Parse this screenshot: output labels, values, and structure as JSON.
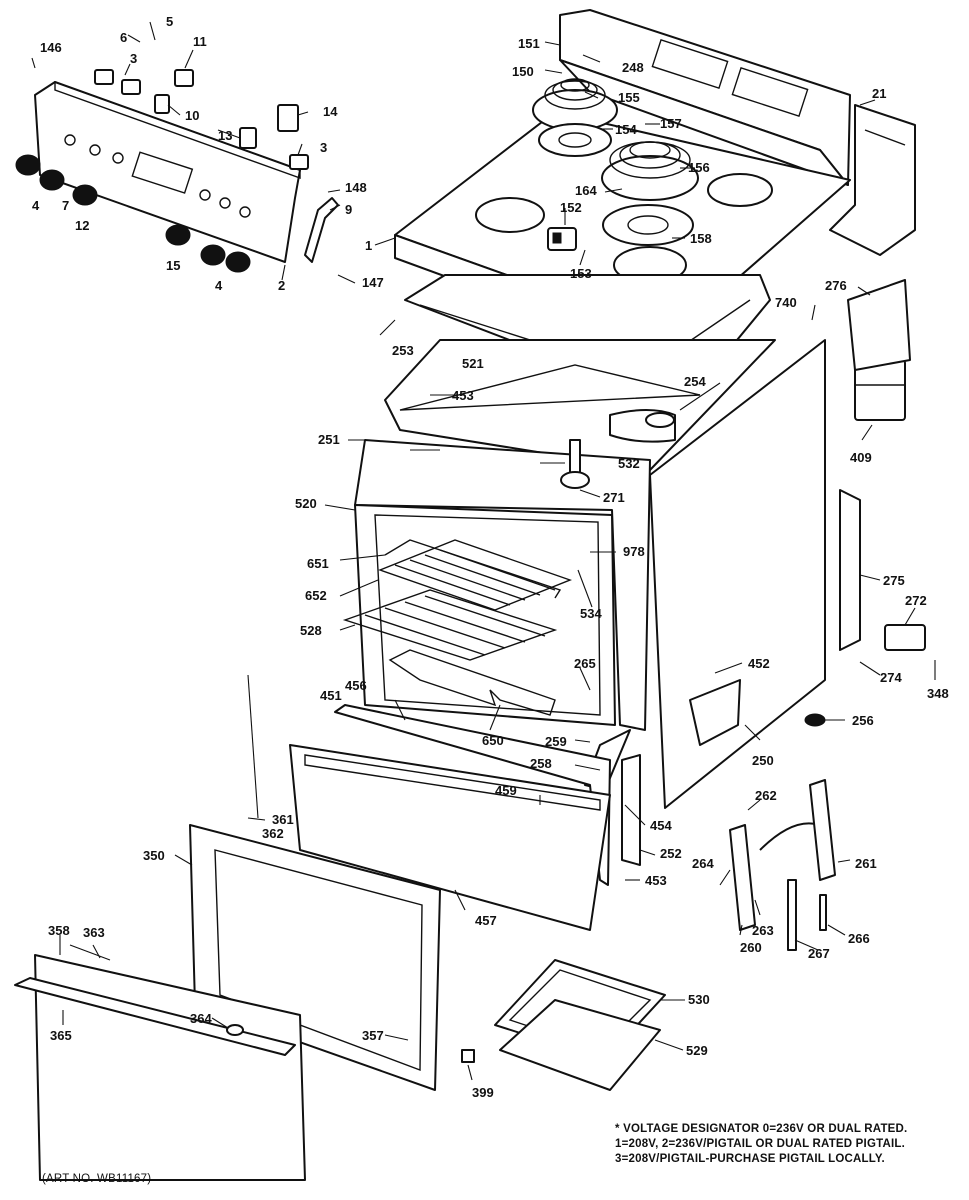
{
  "diagram": {
    "callouts": {
      "c1": "1",
      "c2": "2",
      "c3a": "3",
      "c3b": "3",
      "c4a": "4",
      "c4b": "4",
      "c5": "5",
      "c6": "6",
      "c7": "7",
      "c9": "9",
      "c10": "10",
      "c11": "11",
      "c12": "12",
      "c13": "13",
      "c14": "14",
      "c15": "15",
      "c21": "21",
      "c146": "146",
      "c147": "147",
      "c148": "148",
      "c150": "150",
      "c151": "151",
      "c152": "152",
      "c153": "153",
      "c154": "154",
      "c155": "155",
      "c156": "156",
      "c157": "157",
      "c158": "158",
      "c164": "164",
      "c248": "248",
      "c250": "250",
      "c251": "251",
      "c252": "252",
      "c253": "253",
      "c254": "254",
      "c256": "256",
      "c258": "258",
      "c259": "259",
      "c260": "260",
      "c261": "261",
      "c262": "262",
      "c263": "263",
      "c264": "264",
      "c265": "265",
      "c266": "266",
      "c267": "267",
      "c271": "271",
      "c272": "272",
      "c274": "274",
      "c275": "275",
      "c276": "276",
      "c348": "348",
      "c350": "350",
      "c357": "357",
      "c358": "358",
      "c361": "361",
      "c362": "362",
      "c363": "363",
      "c364": "364",
      "c365": "365",
      "c399": "399",
      "c409": "409",
      "c451": "451",
      "c452": "452",
      "c453a": "453",
      "c453b": "453",
      "c454": "454",
      "c456": "456",
      "c457": "457",
      "c459": "459",
      "c520": "520",
      "c521": "521",
      "c528": "528",
      "c529": "529",
      "c530": "530",
      "c532": "532",
      "c534": "534",
      "c650": "650",
      "c651": "651",
      "c652": "652",
      "c740": "740",
      "c978": "978"
    },
    "footnote": {
      "line1": "* VOLTAGE DESIGNATOR 0=236V OR DUAL RATED.",
      "line2": "1=208V, 2=236V/PIGTAIL OR DUAL RATED PIGTAIL.",
      "line3": "3=208V/PIGTAIL-PURCHASE PIGTAIL LOCALLY."
    },
    "art_number": "(ART NO. WB11167)"
  }
}
